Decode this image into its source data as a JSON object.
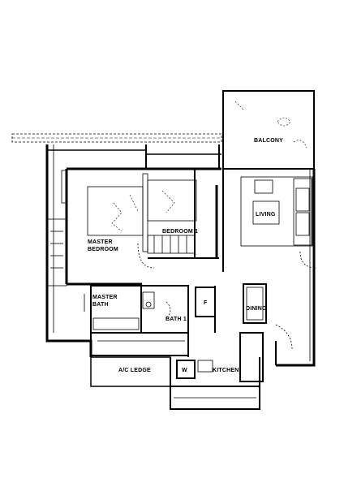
{
  "labels": {
    "balcony": "BALCONY",
    "living": "LIVING",
    "bedroom1": "BEDROOM 1",
    "master_bedroom_line1": "MASTER",
    "master_bedroom_line2": "BEDROOM",
    "master_bath_line1": "MASTER",
    "master_bath_line2": "BATH",
    "bath": "BATH 1",
    "dining": "DINING",
    "fridge": "F",
    "washer": "W",
    "kitchen": "KITCHEN",
    "ac_ledge": "A/C LEDGE"
  }
}
